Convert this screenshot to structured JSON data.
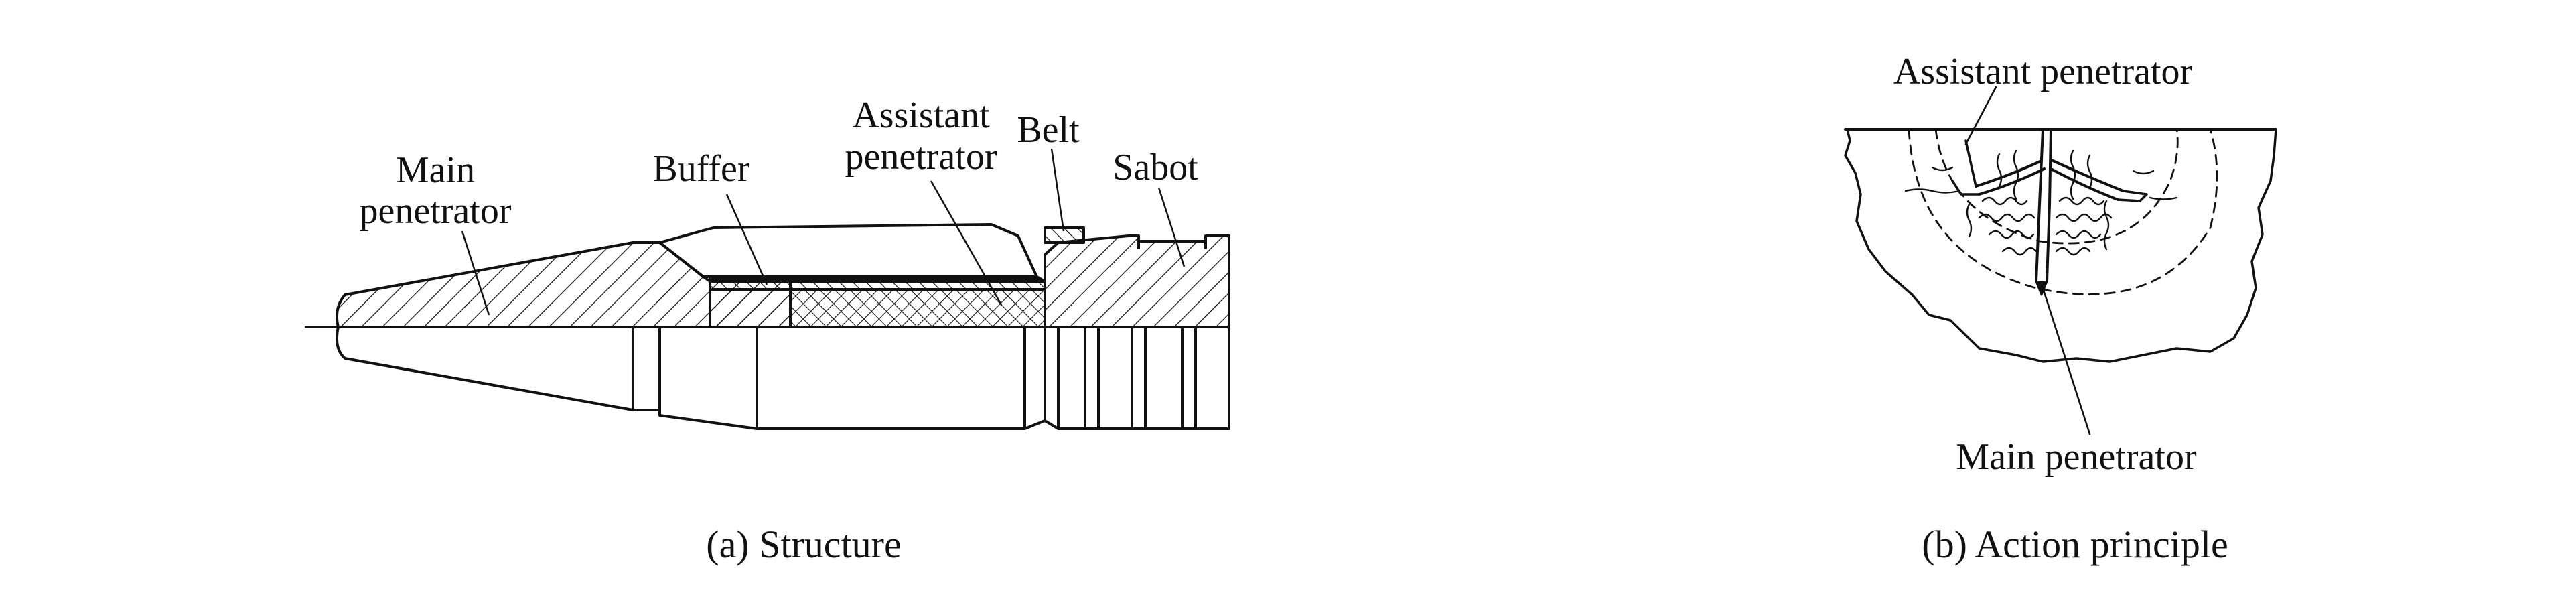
{
  "figure": {
    "structure": {
      "labels": {
        "main_line1": "Main",
        "main_line2": "penetrator",
        "buffer": "Buffer",
        "assistant_line1": "Assistant",
        "assistant_line2": "penetrator",
        "belt": "Belt",
        "sabot": "Sabot"
      },
      "caption": "(a) Structure"
    },
    "action": {
      "labels": {
        "assistant": "Assistant penetrator",
        "main": "Main penetrator"
      },
      "caption": "(b) Action principle"
    }
  }
}
